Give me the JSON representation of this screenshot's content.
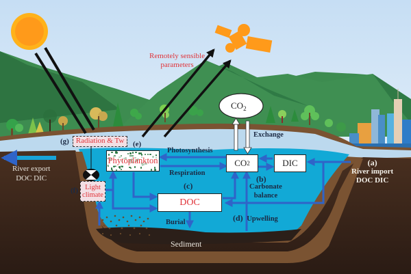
{
  "diagram": {
    "title": "Lake carbon cycle and remote sensing conceptual diagram",
    "colors": {
      "sky_top": "#cfe3f6",
      "sky_bottom": "#f4f8fc",
      "mountain_dark": "#2f7a45",
      "mountain_light": "#3f8f52",
      "water_surface": "#bcd9ee",
      "water": "#12a9d6",
      "soil": "#5a3a24",
      "soil_dark": "#2e1f18",
      "arrow_blue": "#2f64c8",
      "sun": "#ff9a1a",
      "satellite": "#ff9a1a",
      "label_red": "#e0343a",
      "label_dark": "#1c2a44"
    },
    "annotations": {
      "remote_sensing": {
        "line1": "Remotely sensible",
        "line2": "parameters"
      },
      "exchange": "Exchange",
      "photosynthesis": "Photosynthesis",
      "respiration": "Respiration",
      "carbonate_balance": {
        "tag": "(b)",
        "line1": "Carbonate",
        "line2": "balance"
      },
      "doc_tag": "(c)",
      "upwelling": {
        "tag": "(d)",
        "text": "Upwelling"
      },
      "river_import": {
        "tag": "(a)",
        "line1": "River import",
        "line2": "DOC DIC"
      },
      "river_export": {
        "line1": "River export",
        "line2": "DOC DIC"
      },
      "burial": "Burial",
      "sediment": "Sediment",
      "tag_e": "(e)",
      "tag_f": "(f)",
      "tag_g": "(g)"
    },
    "nodes": {
      "atmos_co2": {
        "base": "CO",
        "sub": "2"
      },
      "water_co2": {
        "base": "CO",
        "sub": "2"
      },
      "dic": "DIC",
      "doc": "DOC",
      "phytoplankton": "Phytoplankton",
      "radiation": "Radiation & Tw",
      "light_climate": {
        "line1": "Light",
        "line2": "climate"
      }
    },
    "flows": [
      {
        "from": "atmos_co2",
        "to": "water_co2",
        "label": "Exchange"
      },
      {
        "from": "water_co2",
        "to": "atmos_co2",
        "label": "Exchange"
      },
      {
        "from": "water_co2",
        "to": "phytoplankton",
        "label": "Photosynthesis"
      },
      {
        "from": "phytoplankton",
        "to": "water_co2",
        "label": "Respiration"
      },
      {
        "from": "dic",
        "to": "water_co2",
        "label": "Carbonate balance"
      },
      {
        "from": "water_co2",
        "to": "dic",
        "label": "Carbonate balance"
      },
      {
        "from": "phytoplankton",
        "to": "doc",
        "label": ""
      },
      {
        "from": "doc",
        "to": "water_co2",
        "label": ""
      },
      {
        "from": "river_import",
        "to": "dic",
        "label": "River import"
      },
      {
        "from": "river_import",
        "to": "doc",
        "label": "River import"
      },
      {
        "from": "sediment",
        "to": "water_co2",
        "label": "Upwelling"
      },
      {
        "from": "doc",
        "to": "sediment",
        "label": "Burial"
      },
      {
        "from": "light_climate",
        "to": "phytoplankton",
        "label": ""
      },
      {
        "from": "light_climate",
        "to": "doc",
        "label": ""
      },
      {
        "from": "sediment",
        "to": "light_climate",
        "label": ""
      },
      {
        "from": "lake",
        "to": "river_export",
        "label": "River export"
      }
    ]
  }
}
